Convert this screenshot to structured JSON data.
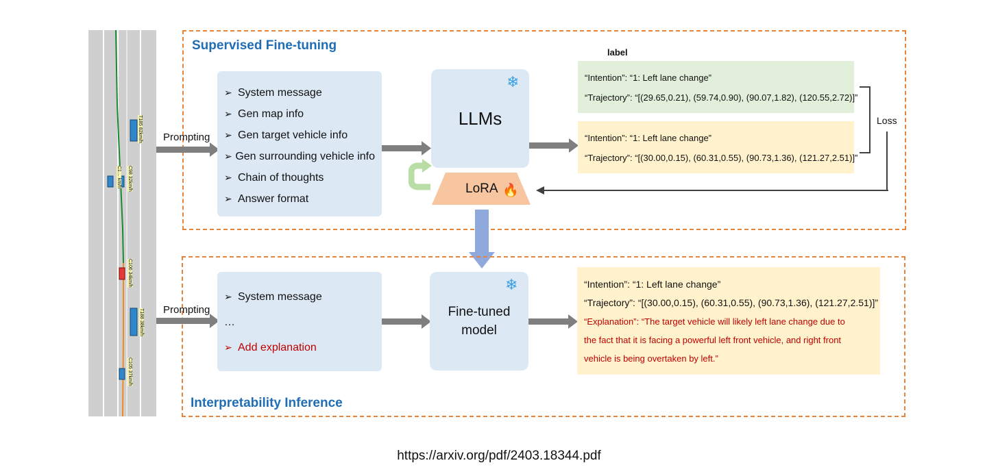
{
  "road": {
    "vehicles": [
      {
        "id": "t1",
        "label": "T185 82km/h"
      },
      {
        "id": "c1",
        "label": "C98 32km/h"
      },
      {
        "id": "c2",
        "label": "C1… km/h"
      },
      {
        "id": "c3",
        "label": "C106 34km/h"
      },
      {
        "id": "t2",
        "label": "T188 38km/h"
      },
      {
        "id": "c4",
        "label": "C105 37km/h"
      }
    ]
  },
  "sft": {
    "title": "Supervised Fine-tuning",
    "prompting_label": "Prompting",
    "prompt_items": [
      "System  message",
      "Gen map info",
      "Gen target vehicle info",
      "Gen surrounding vehicle info",
      "Chain of thoughts",
      "Answer format"
    ],
    "model_label": "LLMs",
    "lora_label": "LoRA",
    "label_header": "label",
    "label_intention": "“Intention”: “1: Left lane change”",
    "label_trajectory": "“Trajectory”: “[(29.65,0.21), (59.74,0.90), (90.07,1.82), (120.55,2.72)]”",
    "pred_intention": "“Intention”: “1: Left lane change”",
    "pred_trajectory": "“Trajectory”: “[(30.00,0.15), (60.31,0.55), (90.73,1.36), (121.27,2.51)]”",
    "loss_label": "Loss"
  },
  "inference": {
    "title": "Interpretability Inference",
    "prompting_label": "Prompting",
    "prompt_items": [
      "System  message",
      "…",
      "Add explanation"
    ],
    "model_label_line1": "Fine-tuned",
    "model_label_line2": "model",
    "out_intention": "“Intention”: “1: Left lane change”",
    "out_trajectory": "“Trajectory”: “[(30.00,0.15), (60.31,0.55), (90.73,1.36), (121.27,2.51)]”",
    "out_explanation_1": "“Explanation”: “The target vehicle will likely left lane change due to",
    "out_explanation_2": "the fact that it is facing a powerful left front vehicle, and right front",
    "out_explanation_3": "vehicle is being overtaken by left.”"
  },
  "source_url": "https://arxiv.org/pdf/2403.18344.pdf",
  "colors": {
    "section_border": "#e8833a",
    "title_blue": "#1f6db5",
    "box_blue": "#dce9f5",
    "label_green": "#e2efda",
    "pred_yellow": "#fff2cc",
    "lora_orange": "#f7c6a0",
    "explanation_red": "#c00000"
  },
  "icons": [
    "snowflake-icon",
    "fire-icon",
    "recycle-arrow-icon"
  ]
}
